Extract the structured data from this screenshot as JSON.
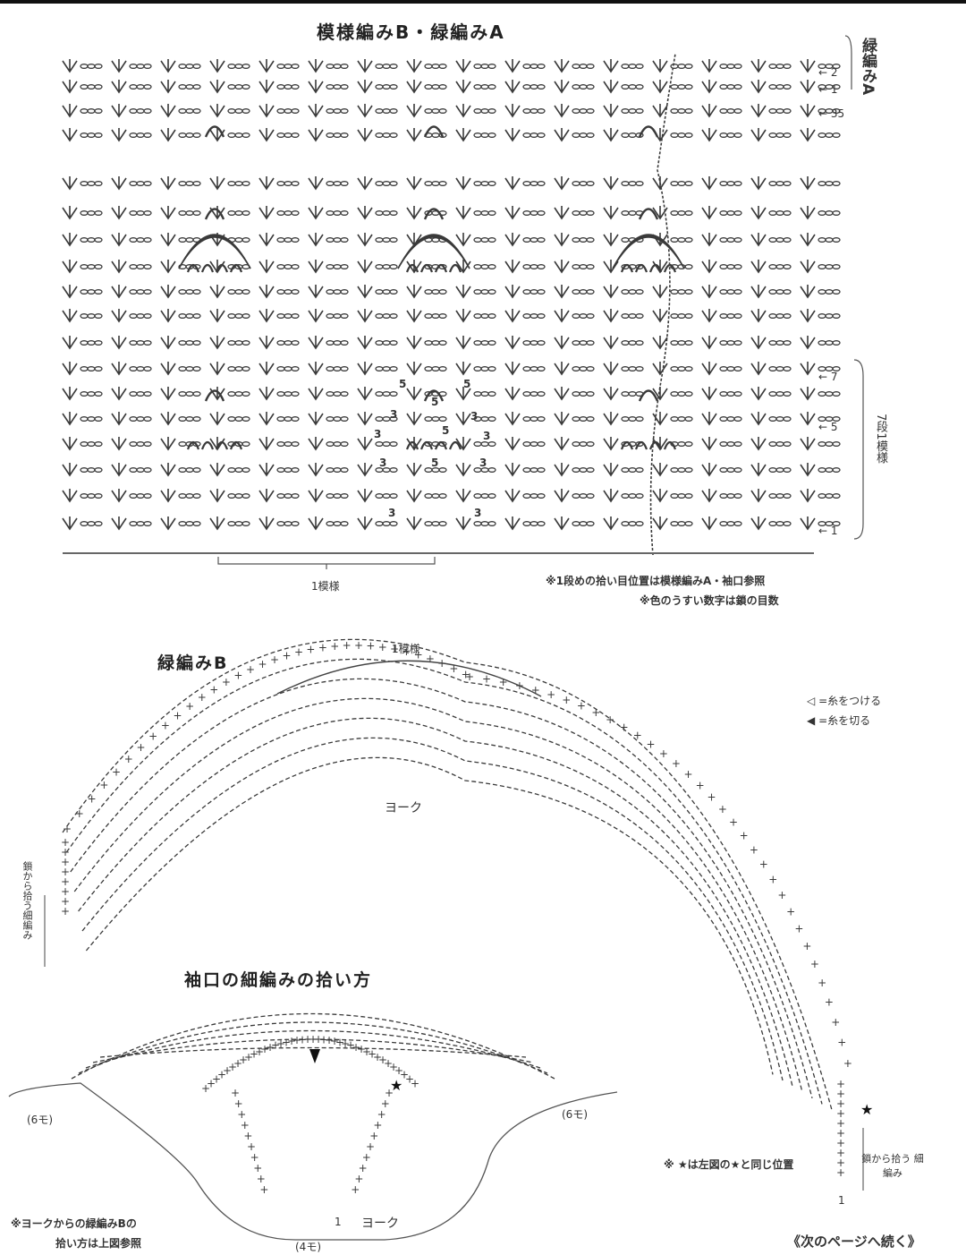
{
  "chartA": {
    "title": "模様編みB・緑編みA",
    "side_label": "緑編みA",
    "row_markers": {
      "r2": "← 2",
      "r1": "← 1",
      "r35": "← 35",
      "r7": "← 7",
      "r5": "← 5",
      "r1b": "← 1"
    },
    "repeat_label": "7段1模様",
    "pattern_label": "1模様",
    "chain_counts": [
      "5",
      "5",
      "5",
      "3",
      "3",
      "5",
      "3",
      "3",
      "3",
      "5",
      "3",
      "3",
      "3"
    ],
    "note1": "※1段めの拾い目位置は模様編みA・袖口参照",
    "note2": "※色のうすい数字は鎖の目数"
  },
  "chartB": {
    "title": "緑編みB",
    "pattern_label": "1模様",
    "yoke_label": "ヨーク",
    "left_side_label": "鎖から拾う細編み",
    "right_side_label": "鎖から拾う 細編み",
    "legend_attach": "=糸をつける",
    "legend_cut": "=糸を切る",
    "star_note": "※ ★は左図の★と同じ位置",
    "row_one": "1"
  },
  "chartC": {
    "title": "袖口の細編みの拾い方",
    "left_count": "(6モ)",
    "right_count": "(6モ)",
    "bottom_count": "(4モ)",
    "yoke_label": "ヨーク",
    "one_label": "1",
    "note_line1": "※ヨークからの緑編みBの",
    "note_line2": "拾い方は上図参照"
  },
  "footer": {
    "next_page": "《次のページへ続く》"
  }
}
